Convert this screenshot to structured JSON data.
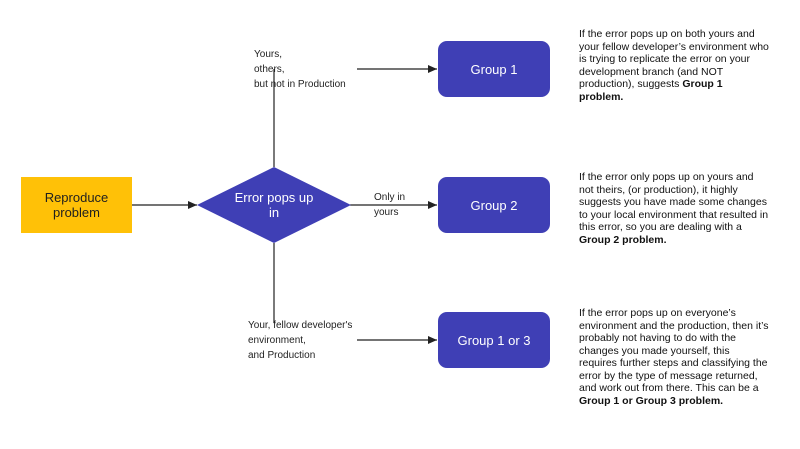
{
  "colors": {
    "start": "#ffc107",
    "node": "#3f3fb5",
    "line": "#222222",
    "background": "#ffffff"
  },
  "nodes": {
    "start": "Reproduce problem",
    "decision": "Error pops up in",
    "group1": "Group 1",
    "group2": "Group 2",
    "group13": "Group 1 or 3"
  },
  "edges": {
    "top_label": [
      "Yours,",
      "others,",
      "but not in Production"
    ],
    "mid_label": [
      "Only in",
      "yours"
    ],
    "bottom_label": [
      "Your, fellow developer's",
      "environment,",
      "and Production"
    ]
  },
  "descriptions": {
    "group1": {
      "text": "If the error pops up on both yours and your fellow developer’s environment who is trying to replicate the error on your development branch (and NOT production), suggests",
      "bold": "Group 1 problem."
    },
    "group2": {
      "text": "If the error only pops up on yours and not theirs, (or production), it highly suggests you have made some changes to your local environment that resulted in this error, so you are dealing with a",
      "bold": "Group 2 problem."
    },
    "group13": {
      "text": "If the error pops up on everyone’s environment and the production, then it’s probably not having to do with the changes you made yourself, this requires further steps and classifying the error by the type of message returned, and work out from there. This can be a",
      "bold": "Group 1 or Group 3 problem."
    }
  }
}
